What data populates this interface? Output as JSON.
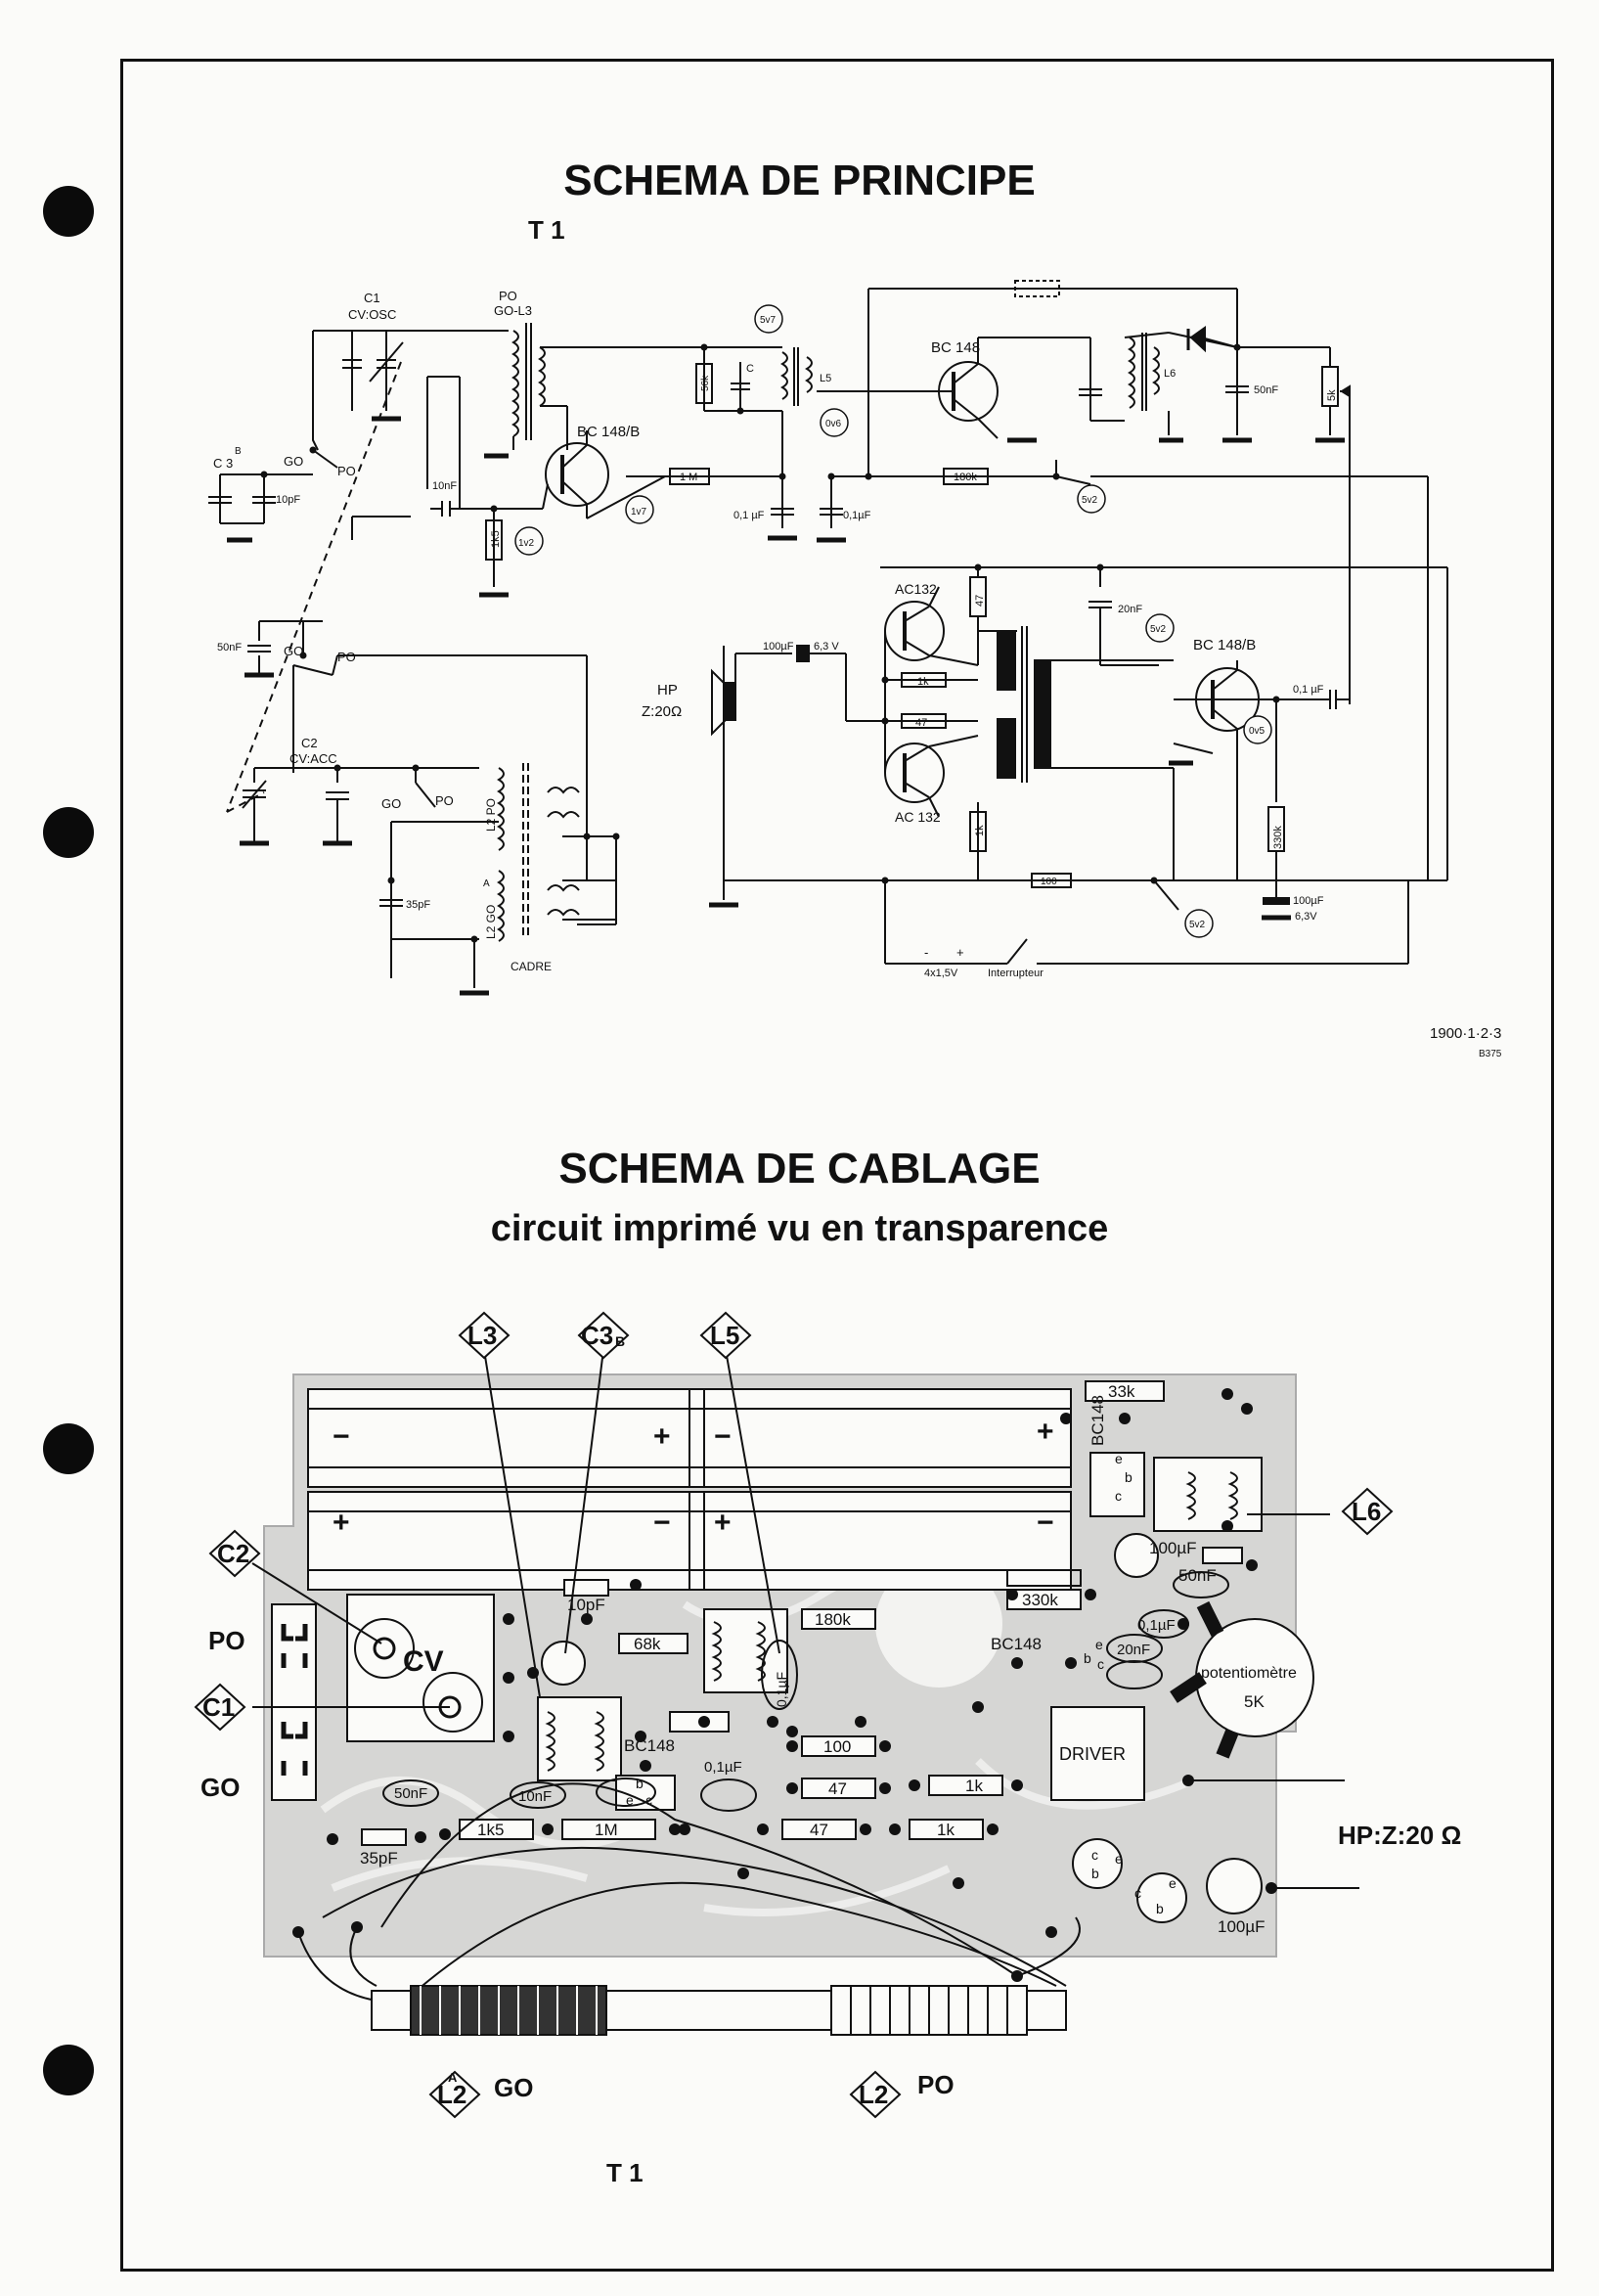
{
  "titles": {
    "principe": "SCHEMA DE PRINCIPE",
    "cablage": "SCHEMA DE CABLAGE",
    "cablage_subtitle": "circuit imprimé vu en transparence",
    "t1_top": "T 1",
    "t1_bottom": "T 1"
  },
  "reference": {
    "code": "1900·1·2·3",
    "sub": "B375"
  },
  "schematic_labels": {
    "c1_cv_osc": "C1",
    "cv_osc": "CV:OSC",
    "po_go_l3": "PO",
    "go_l3": "GO-L3",
    "c3b": "C 3",
    "c3b_sup": "B",
    "go1": "GO",
    "po1": "PO",
    "c10pf": "10pF",
    "c10nf": "10nF",
    "r1k5": "1k5",
    "v1v2": "1v2",
    "bc148b_1": "BC 148/B",
    "v1v7": "1v7",
    "r1m": "1 M",
    "c01uf_a": "0,1 µF",
    "c01uf_b": "0,1µF",
    "r56k": "56k",
    "c_lbl": "C",
    "l5": "L5",
    "v5v7": "5v7",
    "v0v6": "0v6",
    "bc148_top": "BC 148",
    "l6": "L6",
    "c50nf": "50nF",
    "r5k": "5k",
    "r180k": "180k",
    "v5v2_a": "5v2",
    "c50nf_b": "50nF",
    "go2": "GO",
    "po2": "PO",
    "c2": "C2",
    "cv_acc": "CV:ACC",
    "go3": "GO",
    "po3": "PO",
    "l2_po": "L2 PO",
    "l2_go": "L2 GO",
    "l2_go_sup": "A",
    "c35pf": "35pF",
    "cadre": "CADRE",
    "ac132_a": "AC132",
    "ac132_b": "AC 132",
    "r47_a": "47",
    "r1k_a": "1k",
    "r47_b": "47",
    "r1k_b": "1k",
    "c20nf": "20nF",
    "v5v2_b": "5v2",
    "bc148b_2": "BC 148/B",
    "c01uf_c": "0,1 µF",
    "v0v5": "0v5",
    "r330k": "330k",
    "c100uf_a": "100µF",
    "v63_a": "6,3 V",
    "hp": "HP",
    "hp_imp": "Z:20Ω",
    "r100": "100",
    "v5v2_c": "5v2",
    "c100uf_b": "100µF",
    "v63_b": "6,3V",
    "minus": "-",
    "plus": "+",
    "battery": "4x1,5V",
    "switch": "Interrupteur"
  },
  "wiring_labels": {
    "l3": "L3",
    "c3b": "C3",
    "c3b_sub": "B",
    "l5": "L5",
    "l6": "L6",
    "c2": "C2",
    "c1": "C1",
    "po_left": "PO",
    "go_left": "GO",
    "cv": "CV",
    "bc148_vert": "BC148",
    "r33k": "33k",
    "c100uf_a": "100µF",
    "c50nf_a": "50nF",
    "c10pf": "10pF",
    "r68k": "68k",
    "r180k": "180k",
    "c01uf_a": "0,1µF",
    "r330k": "330k",
    "c01uf_b": "0,1µF",
    "c20nf": "20nF",
    "bc148_b": "BC148",
    "bc148_c": "BC148",
    "pot": "potentiomètre",
    "pot_val": "5K",
    "driver": "DRIVER",
    "c01uf_c": "0,1µF",
    "r100": "100",
    "r47_a": "47",
    "r1k_a": "1k",
    "r47_b": "47",
    "r1k_b": "1k",
    "c50nf_b": "50nF",
    "c10nf": "10nF",
    "r1k5": "1k5",
    "r1m": "1M",
    "c35pf": "35pF",
    "hp": "HP:Z:20 Ω",
    "c100uf_b": "100µF",
    "go_bottom": "GO",
    "po_bottom": "PO",
    "l2a": "L2",
    "l2a_sup": "A",
    "l2": "L2",
    "plus": "+",
    "minus": "−",
    "pin_e": "e",
    "pin_b": "b",
    "pin_c": "c"
  }
}
